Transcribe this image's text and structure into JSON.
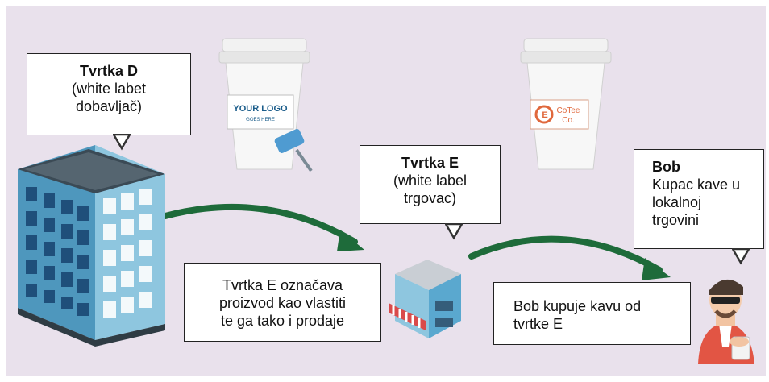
{
  "company_d": {
    "title": "Tvrtka D",
    "line1": "(white labet",
    "line2": "dobavljač)"
  },
  "company_e": {
    "title": "Tvrtka E",
    "line1": "(white label",
    "line2": "trgovac)"
  },
  "bob": {
    "title": "Bob",
    "line1": "Kupac kave u",
    "line2": "lokalnoj",
    "line3": "trgovini"
  },
  "note_e": {
    "line1": "Tvrtka E označava",
    "line2": "proizvod kao vlastiti",
    "line3": "te ga tako i prodaje"
  },
  "note_bob": {
    "line1": "Bob kupuje kavu od",
    "line2": "tvrtke E"
  },
  "cup_plain": {
    "logo_line1": "YOUR LOGO",
    "logo_line2": "GOES HERE"
  },
  "cup_branded": {
    "logo_line1": "CoTee",
    "logo_line2": "Co."
  },
  "colors": {
    "background": "#e9e1ec",
    "arrow": "#1e6b3a",
    "building": "#58a9c9"
  }
}
